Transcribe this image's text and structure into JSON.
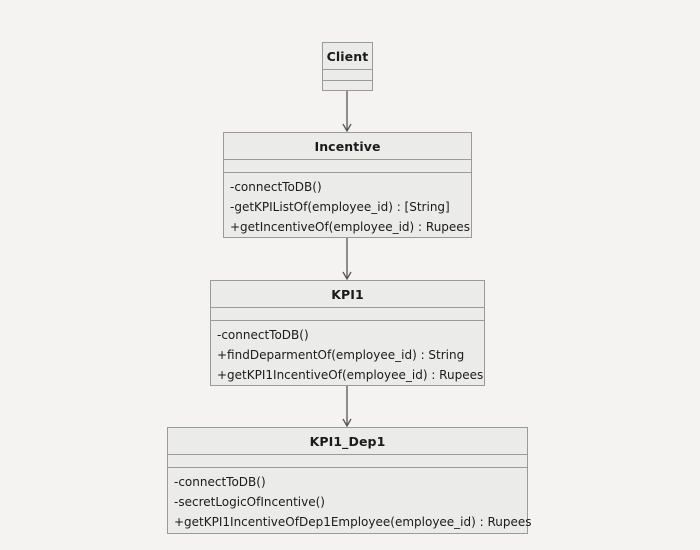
{
  "classes": {
    "client": {
      "name": "Client",
      "methods": []
    },
    "incentive": {
      "name": "Incentive",
      "methods": [
        "-connectToDB()",
        "-getKPIListOf(employee_id) : [String]",
        "+getIncentiveOf(employee_id) : Rupees"
      ]
    },
    "kpi1": {
      "name": "KPI1",
      "methods": [
        "-connectToDB()",
        "+findDeparmentOf(employee_id) : String",
        "+getKPI1IncentiveOf(employee_id) : Rupees"
      ]
    },
    "kpi1_dep1": {
      "name": "KPI1_Dep1",
      "methods": [
        "-connectToDB()",
        "-secretLogicOfIncentive()",
        "+getKPI1IncentiveOfDep1Employee(employee_id) : Rupees"
      ]
    }
  },
  "relations": [
    {
      "from": "Client",
      "to": "Incentive"
    },
    {
      "from": "Incentive",
      "to": "KPI1"
    },
    {
      "from": "KPI1",
      "to": "KPI1_Dep1"
    }
  ],
  "colors": {
    "background": "#f4f3f1",
    "box_fill": "#ebebea",
    "box_border": "#9a9a9a",
    "arrow": "#555555"
  }
}
